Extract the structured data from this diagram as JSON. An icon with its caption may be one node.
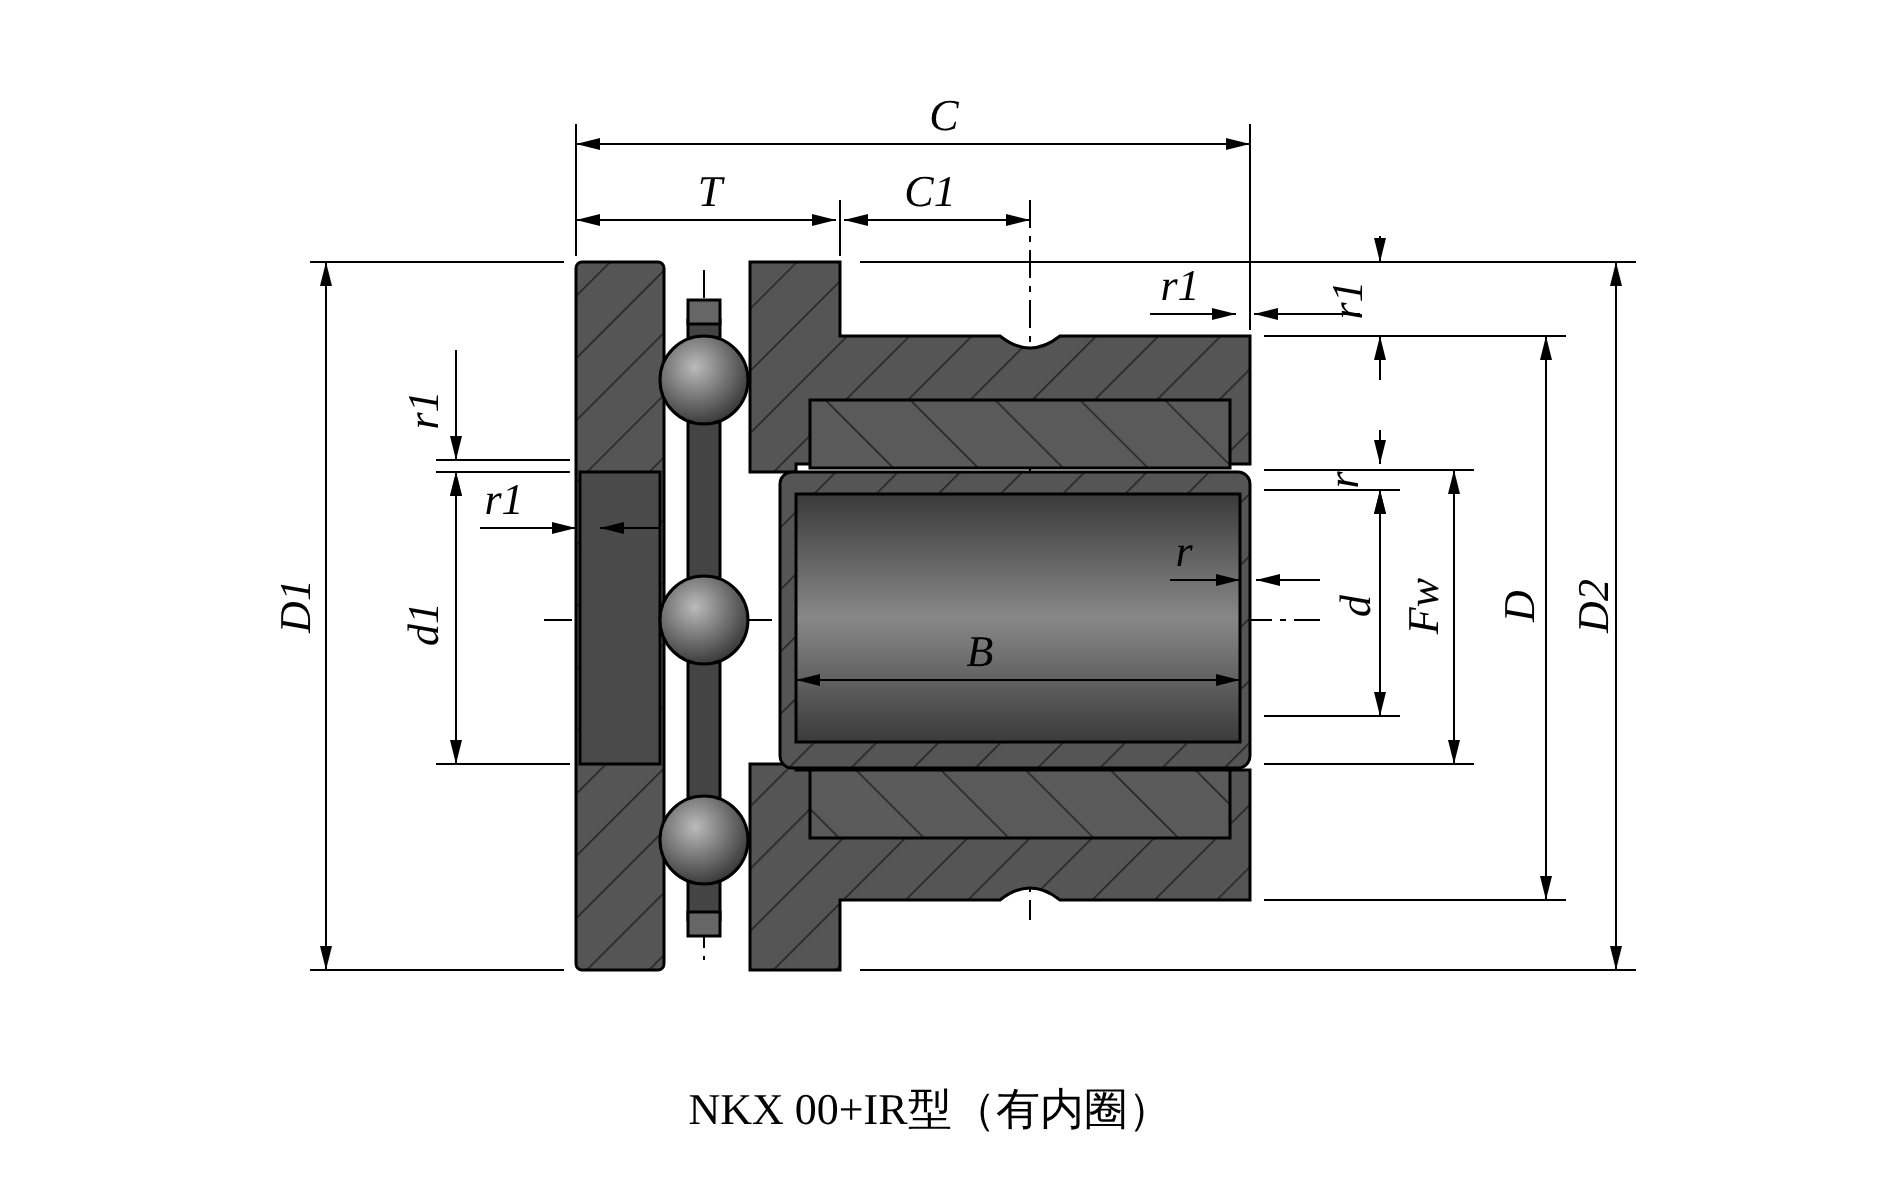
{
  "diagram": {
    "caption": "NKX 00+IR型（有内圈）",
    "labels": [
      "C",
      "T",
      "C1",
      "r1",
      "r1",
      "r1",
      "r1",
      "r",
      "r",
      "D1",
      "d1",
      "B",
      "d",
      "Fw",
      "D",
      "D2"
    ]
  }
}
